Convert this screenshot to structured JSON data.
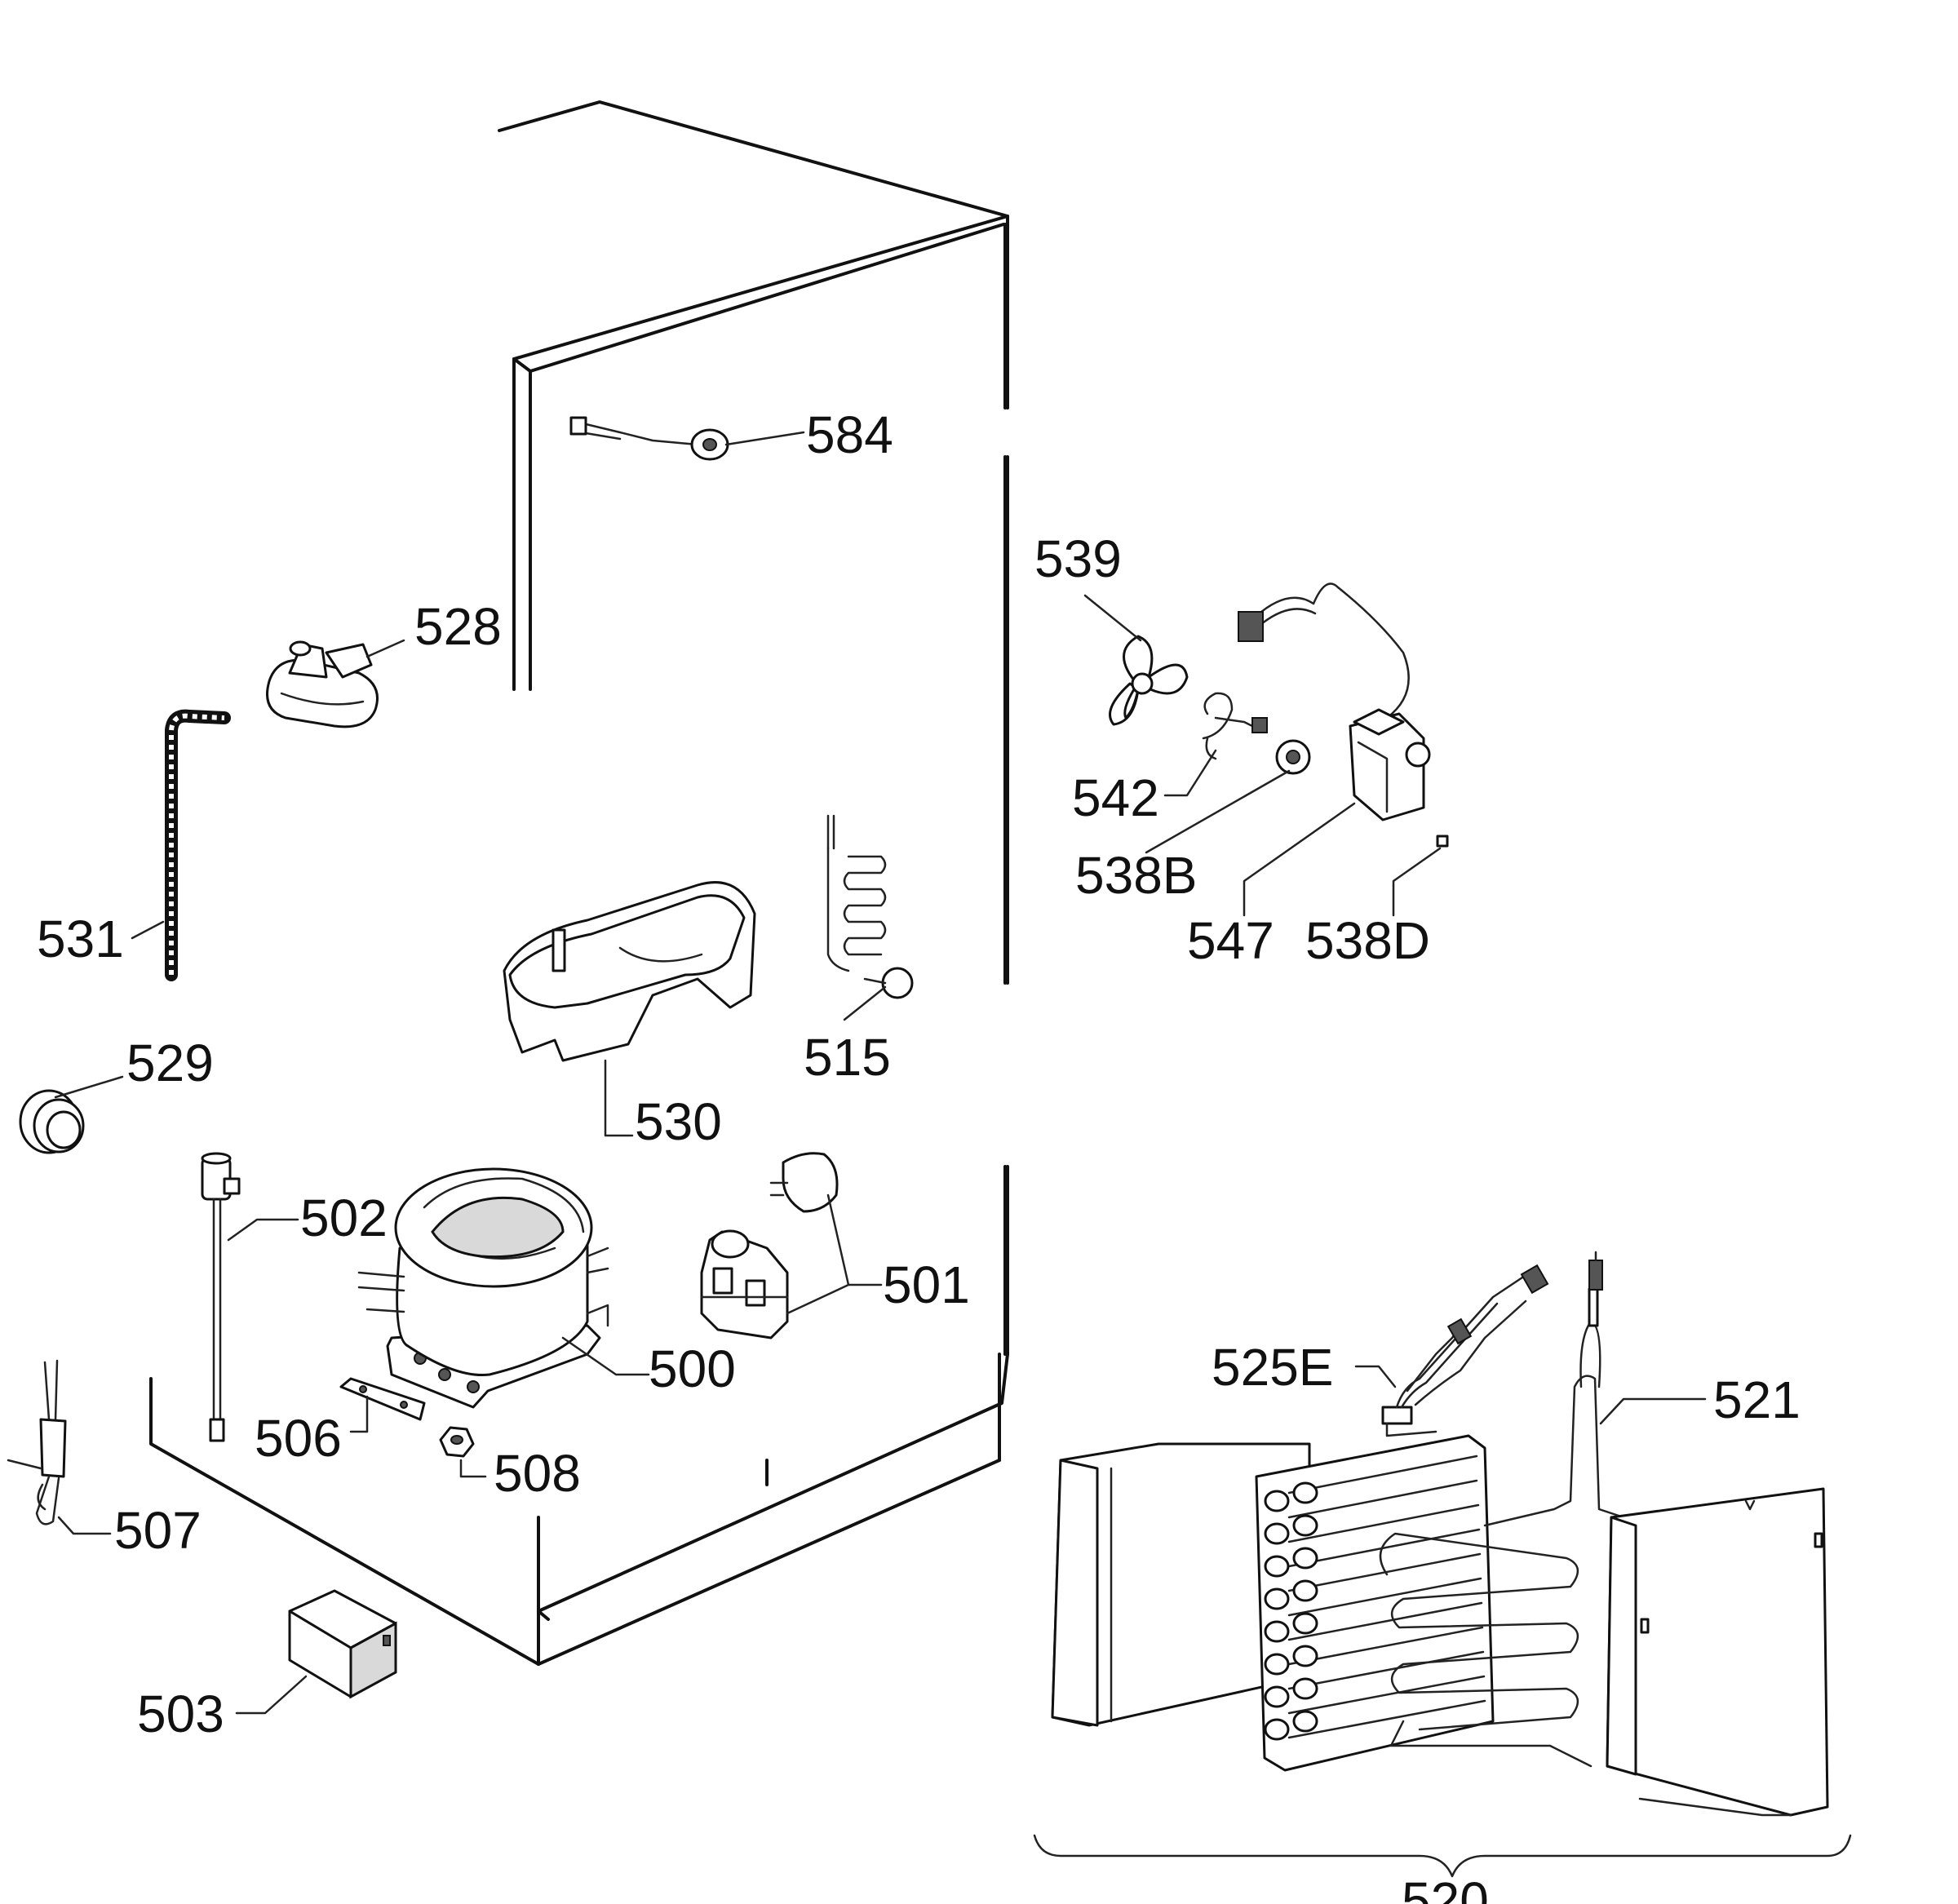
{
  "diagram": {
    "labels": {
      "p584": "584",
      "p539": "539",
      "p528": "528",
      "p542": "542",
      "p538B": "538B",
      "p547": "547",
      "p538D": "538D",
      "p531": "531",
      "p515": "515",
      "p529": "529",
      "p530": "530",
      "p502": "502",
      "p501": "501",
      "p500": "500",
      "p525E": "525E",
      "p521": "521",
      "p506": "506",
      "p508": "508",
      "p507": "507",
      "p503": "503",
      "p520": "520"
    }
  }
}
